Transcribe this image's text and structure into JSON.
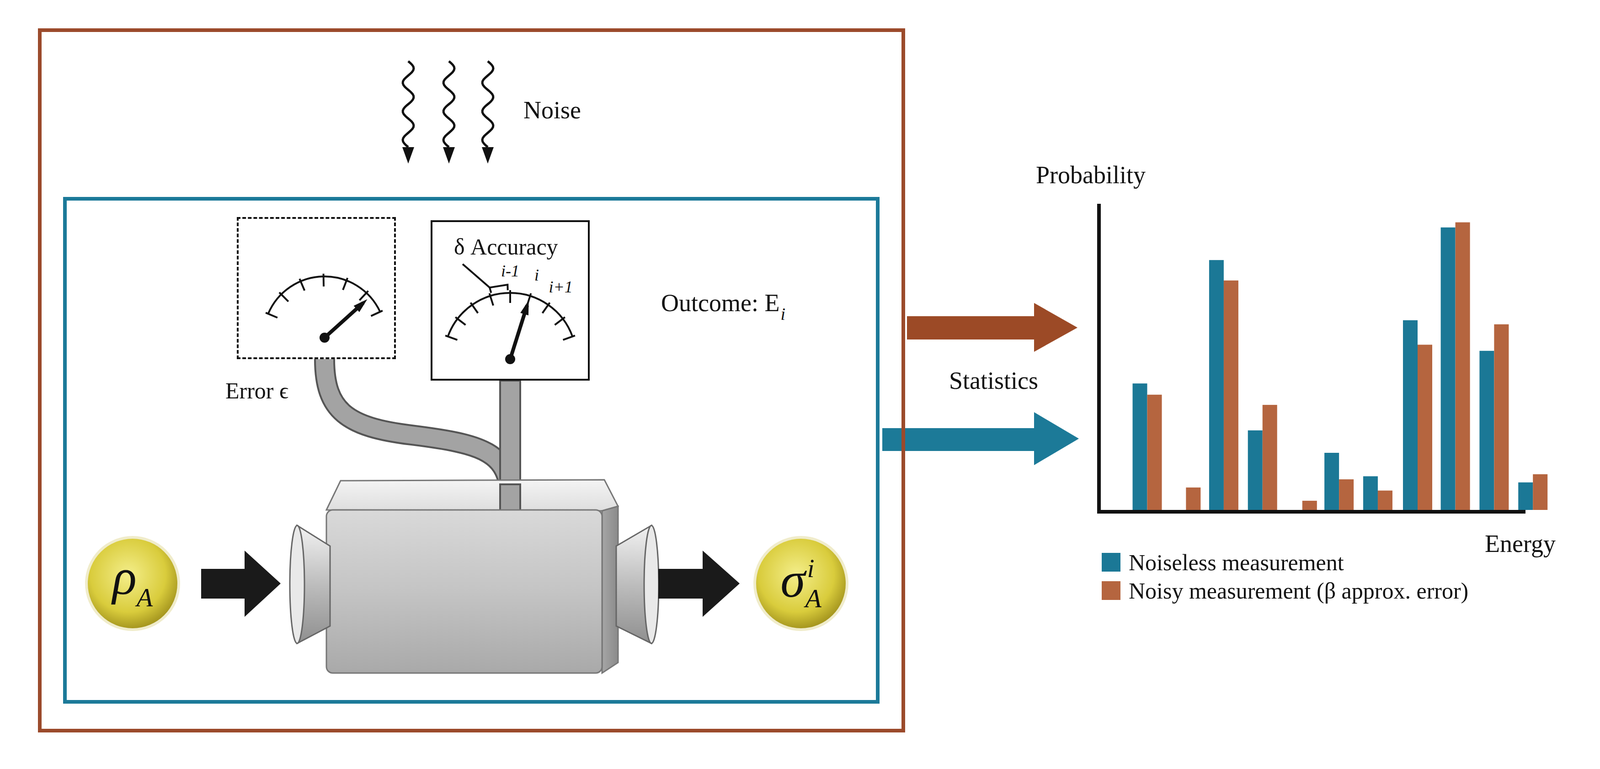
{
  "diagram": {
    "nodes": [
      {
        "text": [
          "Noise"
        ]
      },
      {
        "text": [
          "Outcome: E",
          "i"
        ],
        "in": 0
      },
      {
        "text": [
          "Error ϵ"
        ],
        "in": 1
      },
      {
        "text": [
          "δ Accuracy",
          "i-1",
          "i",
          "i+1"
        ],
        "in": 1
      },
      {
        "text": [
          "ρ",
          "A"
        ],
        "in": 1
      },
      {
        "text": [
          "σ",
          "i",
          "A"
        ],
        "in": 1
      }
    ],
    "labels": [
      "Statistics",
      "Probability",
      "Energy"
    ],
    "legend": [
      {
        "text": "Noiseless measurement",
        "color": "#1b7896"
      },
      {
        "text": "Noisy measurement (β approx. error)",
        "color": "#b5653f"
      }
    ]
  }
}
